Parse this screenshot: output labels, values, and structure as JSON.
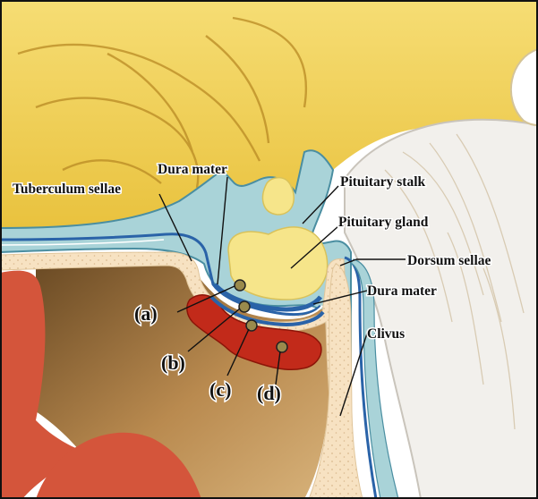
{
  "labels": {
    "tuberculum_sellae": "Tuberculum sellae",
    "dura_mater_top": "Dura mater",
    "pituitary_stalk": "Pituitary stalk",
    "pituitary_gland": "Pituitary gland",
    "dorsum_sellae": "Dorsum sellae",
    "dura_mater_right": "Dura mater",
    "clivus": "Clivus",
    "a": "(a)",
    "b": "(b)",
    "c": "(c)",
    "d": "(d)"
  },
  "colors": {
    "brain": "#f3d35a",
    "meninges": "#a9d3d8",
    "dura_blue": "#2a63a8",
    "bone": "#f7e2c2",
    "sinus": "#b98a4f",
    "red_tissue": "#c22a1a",
    "clivus_bone": "#f1dfc6"
  }
}
